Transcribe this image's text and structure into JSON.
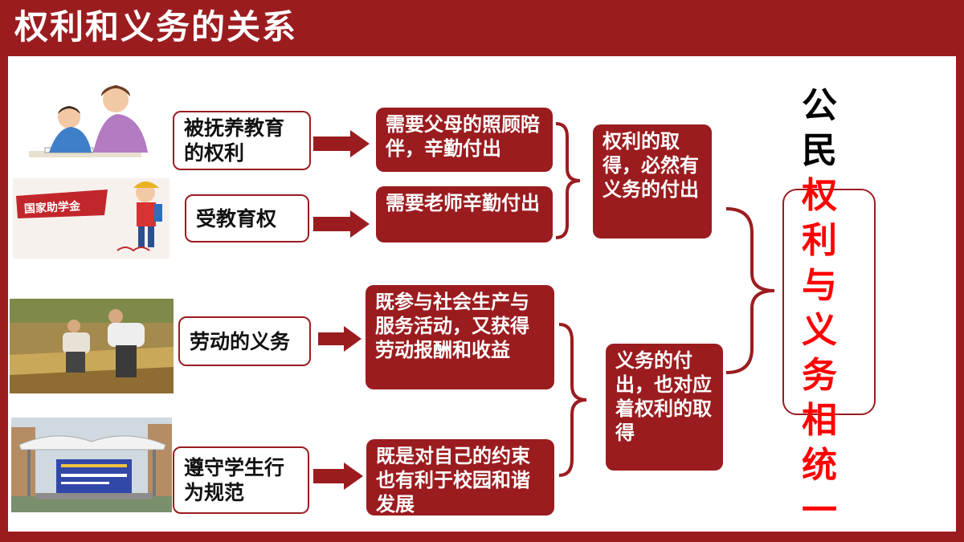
{
  "title": "权利和义务的关系",
  "images": {
    "img1": "mother-tutoring-child-illustration",
    "img2_badge": "国家助学金",
    "img2_sign": "",
    "img3": "elderly-farmers-harvesting-wheat-photo",
    "img4": "school-stage-photo"
  },
  "rows": [
    {
      "left": "被抚养教育的权利",
      "middle": "需要父母的照顾陪伴，辛勤付出"
    },
    {
      "left": "受教育权",
      "middle": "需要老师辛勤付出"
    },
    {
      "left": "劳动的义务",
      "middle": "既参与社会生产与服务活动，又获得劳动报酬和收益"
    },
    {
      "left": "遵守学生行为规范",
      "middle": "既是对自己的约束也有利于校园和谐发展"
    }
  ],
  "summary_right": "权利的取得，必然有义务的付出",
  "summary_duty": "义务的付出，也对应着权利的取得",
  "conclusion": {
    "prefix": [
      "公",
      "民"
    ],
    "highlight": [
      "权",
      "利",
      "与",
      "义",
      "务",
      "相",
      "统",
      "一"
    ]
  },
  "colors": {
    "brand": "#9b1c1f",
    "highlight": "#ff0000"
  }
}
